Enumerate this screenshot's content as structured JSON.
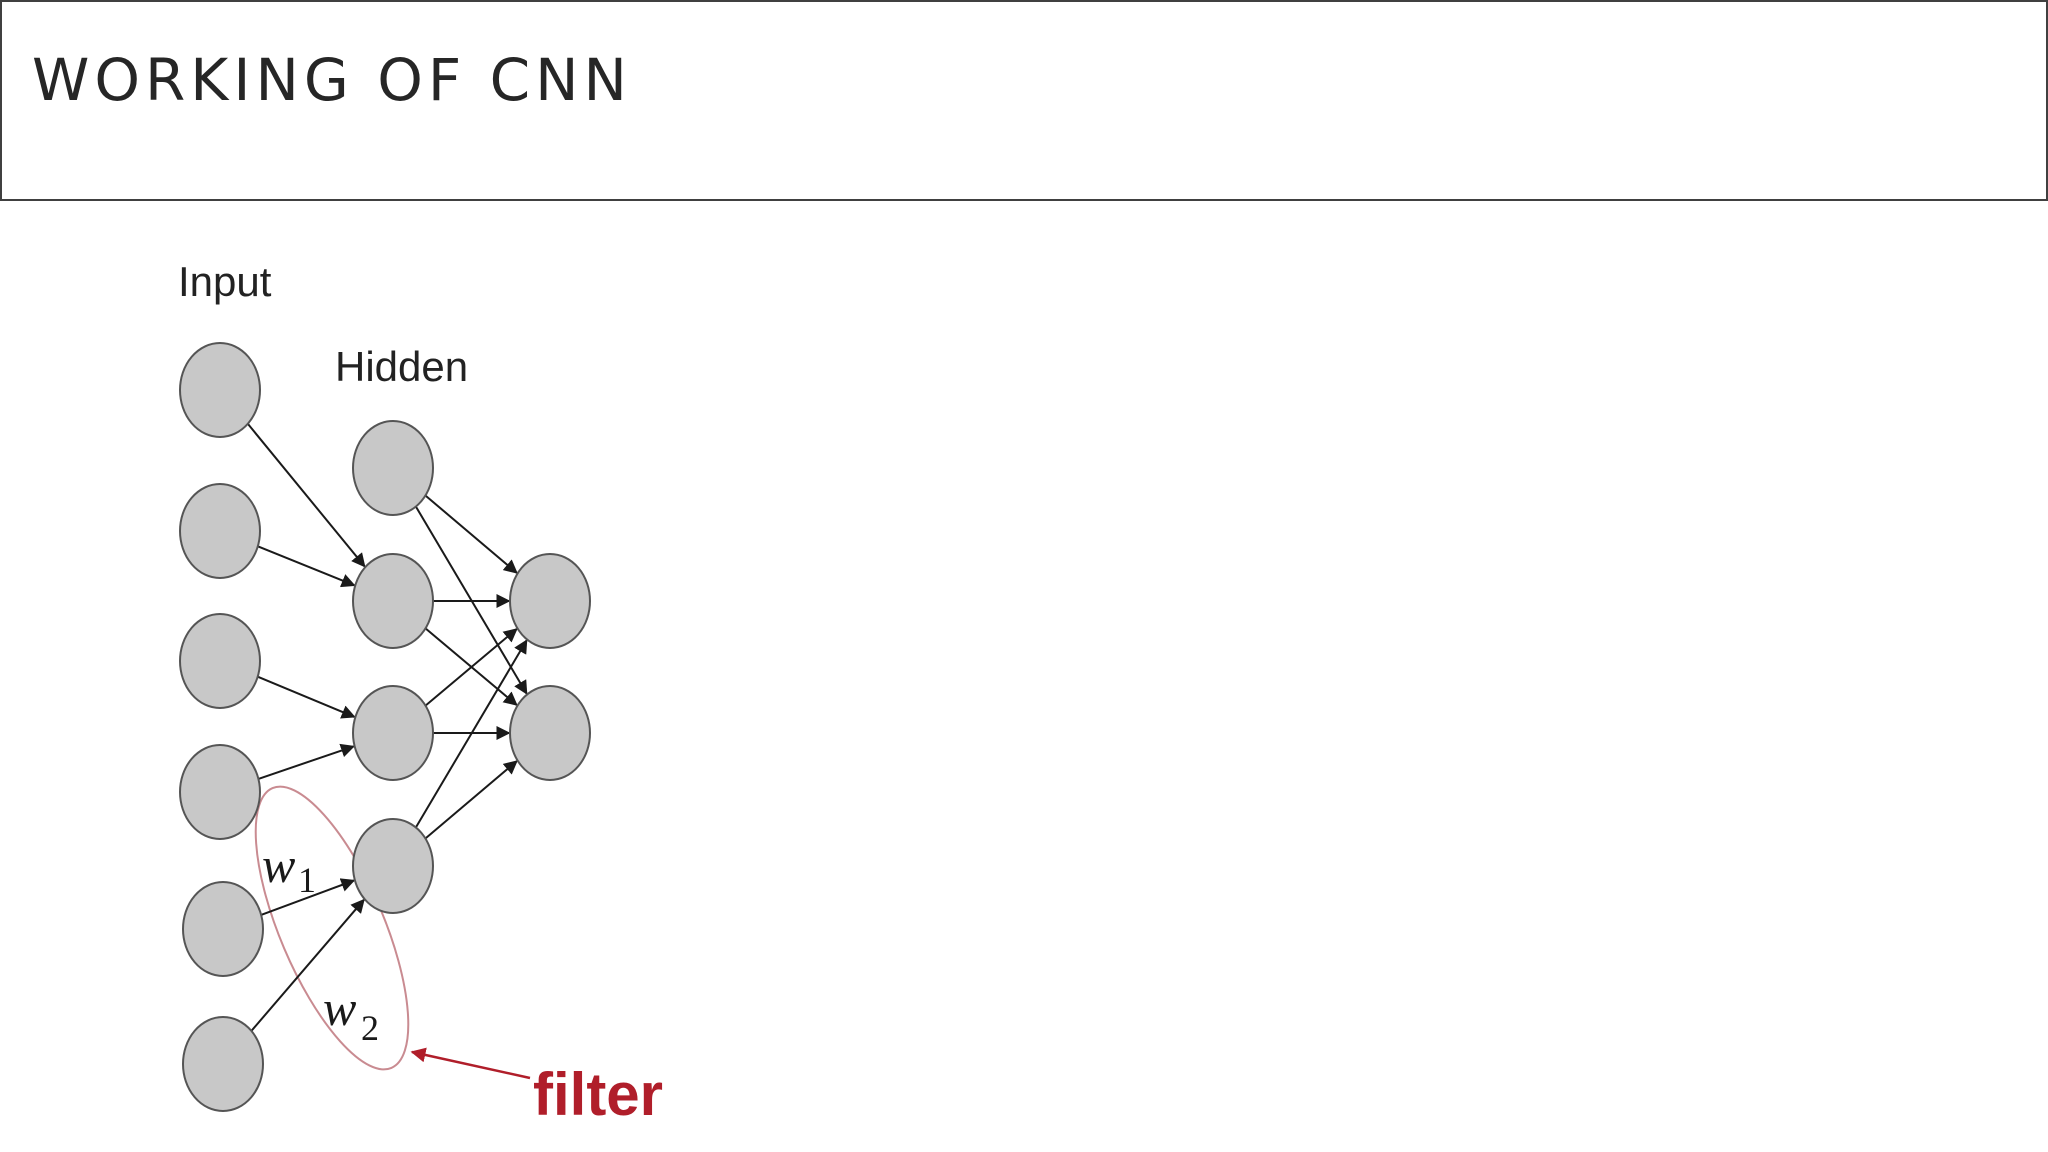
{
  "slide": {
    "title": "WORKING OF CNN"
  },
  "diagram": {
    "labels": {
      "input": "Input",
      "hidden": "Hidden",
      "filter": "filter"
    },
    "weights": [
      {
        "symbol": "w",
        "subscript": "1"
      },
      {
        "symbol": "w",
        "subscript": "2"
      }
    ],
    "layers": [
      {
        "name": "Input",
        "node_count": 6
      },
      {
        "name": "Hidden",
        "node_count": 4
      },
      {
        "name": "",
        "node_count": 2
      }
    ],
    "colors": {
      "node_fill": "#c8c8c8",
      "node_stroke": "#555555",
      "edge": "#1a1a1a",
      "filter_ellipse": "#c98b91",
      "filter_arrow": "#b01e2a",
      "filter_text": "#b01e2a"
    }
  }
}
